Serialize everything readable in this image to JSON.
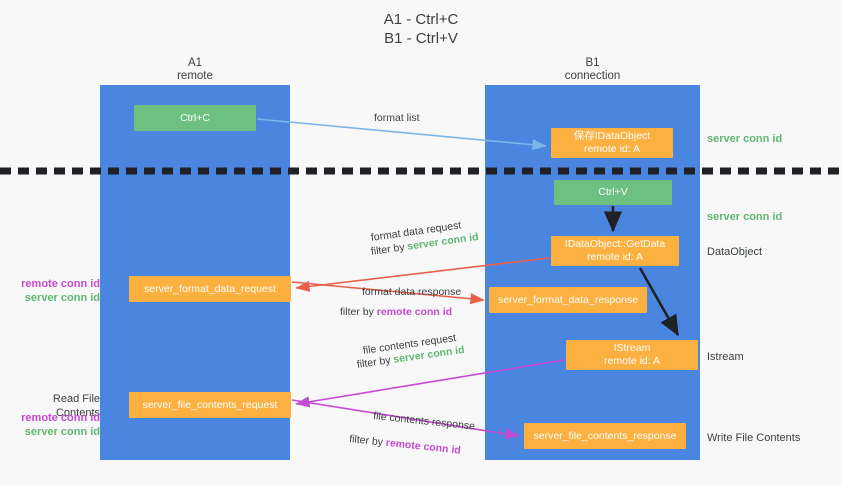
{
  "title": "A1 - Ctrl+C\nB1 - Ctrl+V",
  "columns": {
    "left": {
      "header": "A1\nremote"
    },
    "right": {
      "header": "B1\nconnection"
    }
  },
  "nodes": {
    "ctrl_c": "Ctrl+C",
    "save_idataobject": "保存IDataObject\nremote id: A",
    "ctrl_v": "Ctrl+V",
    "getdata": "IDataObject::GetData\nremote id: A",
    "server_format_data_request": "server_format_data_request",
    "server_format_data_response": "server_format_data_response",
    "istream": "IStream\nremote id: A",
    "server_file_contents_request": "server_file_contents_request",
    "server_file_contents_response": "server_file_contents_response"
  },
  "side_labels": {
    "server_conn_id_top": "server conn id",
    "server_conn_id_mid": "server conn id",
    "dataobject": "DataObject",
    "istream": "Istream",
    "write_file_contents": "Write File Contents",
    "read_file_contents": "Read File Contents",
    "remote_conn_id": "remote conn id",
    "server_conn_id": "server conn id"
  },
  "edge_labels": {
    "format_list": "format list",
    "format_data_request": "format data request",
    "filter_by": "filter by",
    "server_conn_id": "server conn id",
    "remote_conn_id": "remote conn id",
    "format_data_response": "format data response",
    "file_contents_request": "file contents request",
    "file_contents_response": "file contents response"
  },
  "colors": {
    "lane": "#4a86e0",
    "node_green": "#6cc080",
    "node_orange": "#fbb040",
    "server_conn": "#5fb871",
    "remote_conn": "#c44ad0",
    "arrow_blue": "#7cb5e8",
    "arrow_red": "#e8604c",
    "arrow_magenta": "#c44ad0",
    "arrow_dark": "#202124",
    "divider": "#202124"
  }
}
